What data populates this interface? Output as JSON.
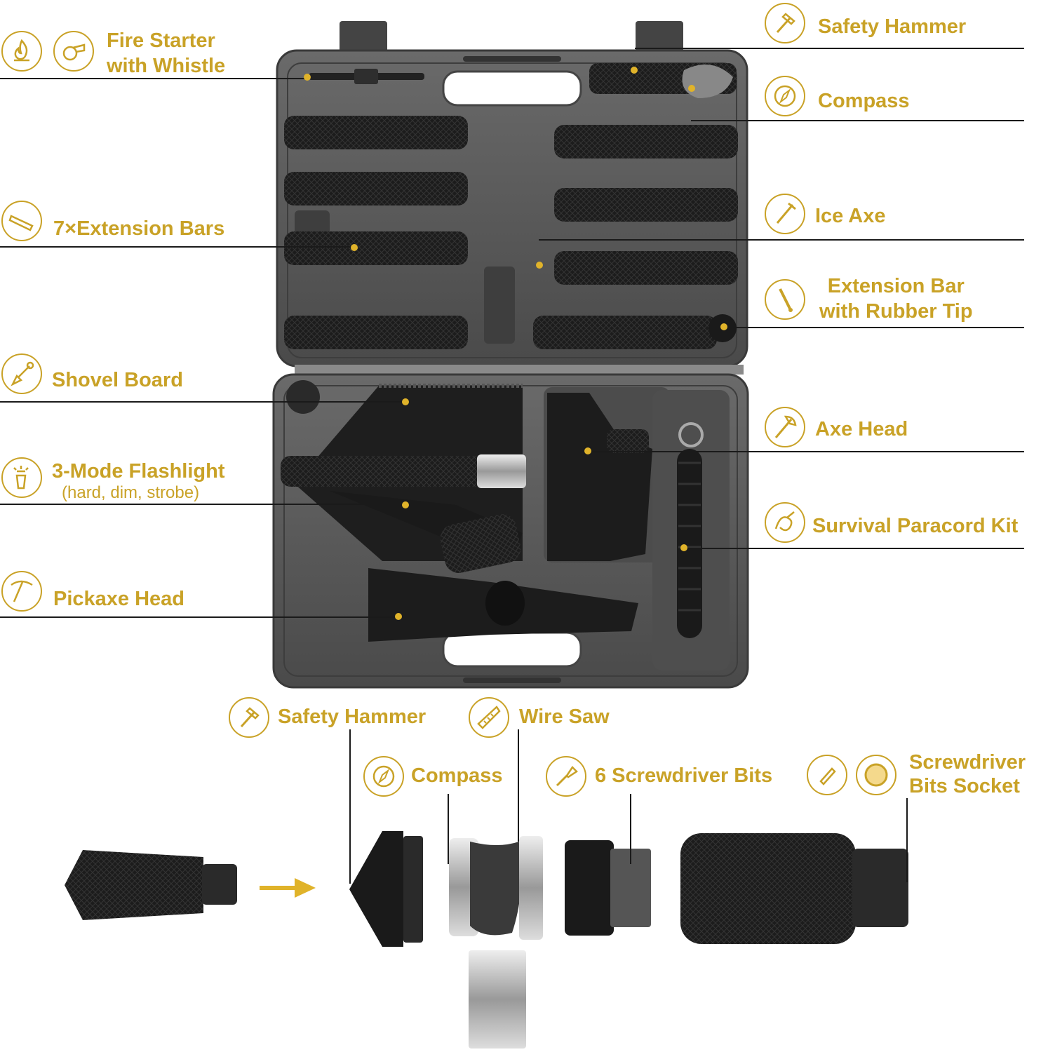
{
  "labels": {
    "fire_starter": {
      "line1": "Fire Starter",
      "line2": "with Whistle"
    },
    "extension_bars": "7×Extension Bars",
    "shovel_board": "Shovel Board",
    "flashlight": {
      "title": "3-Mode Flashlight",
      "sub": "(hard, dim, strobe)"
    },
    "pickaxe_head": "Pickaxe Head",
    "safety_hammer_top": "Safety Hammer",
    "compass_top": "Compass",
    "ice_axe": "Ice Axe",
    "extension_rubber": {
      "line1": "Extension Bar",
      "line2": "with Rubber Tip"
    },
    "axe_head": "Axe Head",
    "paracord": "Survival Paracord Kit",
    "safety_hammer_bottom": "Safety Hammer",
    "wire_saw": "Wire Saw",
    "compass_bottom": "Compass",
    "screwdriver_bits": "6 Screwdriver Bits",
    "bits_socket": {
      "line1": "Screwdriver",
      "line2": "Bits Socket"
    }
  },
  "colors": {
    "accent": "#c9a227",
    "case": "#5a5a5a",
    "tool": "#1e1e1e",
    "leader": "#1a1a1a"
  },
  "icons": [
    "fire-icon",
    "whistle-icon",
    "bar-icon",
    "shovel-icon",
    "flashlight-icon",
    "pickaxe-icon",
    "hammer-icon",
    "compass-icon",
    "ice-axe-icon",
    "rubber-tip-bar-icon",
    "axe-icon",
    "paracord-icon",
    "wire-saw-icon",
    "screwdriver-icon",
    "bit-icon",
    "socket-icon"
  ]
}
